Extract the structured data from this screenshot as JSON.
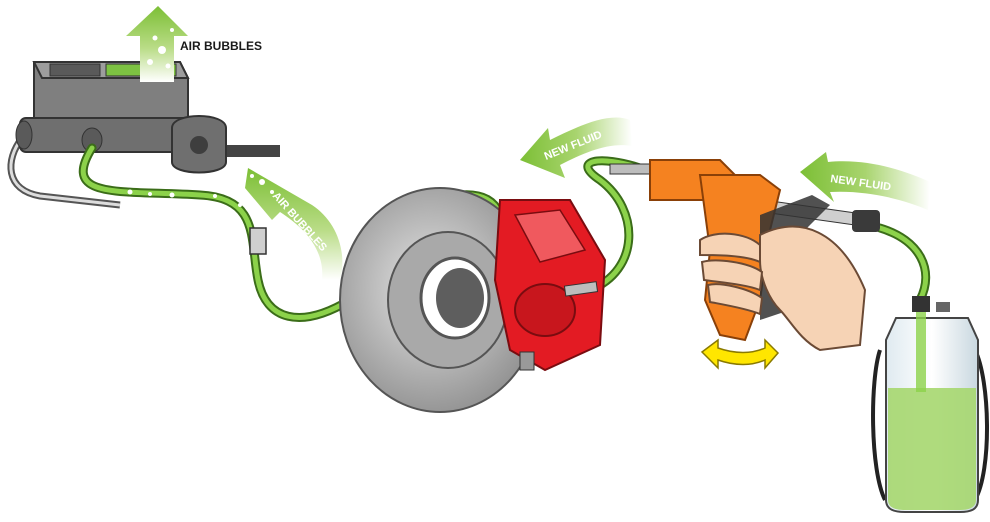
{
  "labels": {
    "air_bubbles_top": "AIR BUBBLES",
    "air_bubbles_line": "AIR BUBBLES",
    "new_fluid_caliper": "NEW FLUID",
    "new_fluid_bottle": "NEW FLUID"
  },
  "colors": {
    "fluid_green": "#7dc242",
    "arrow_green": "#8cc63f",
    "caliper_red": "#e31b23",
    "gun_orange": "#f58220",
    "rotor_gray": "#b3b3b3",
    "reservoir_gray": "#8a8a8a",
    "swivel_arrow_yellow": "#ffe600",
    "skin": "#f6d3b5"
  },
  "icons": {
    "reservoir": "master-cylinder-icon",
    "rotor": "brake-rotor-icon",
    "caliper": "brake-caliper-icon",
    "gun": "pressure-bleeder-gun-icon",
    "bottle": "fluid-bottle-icon"
  }
}
